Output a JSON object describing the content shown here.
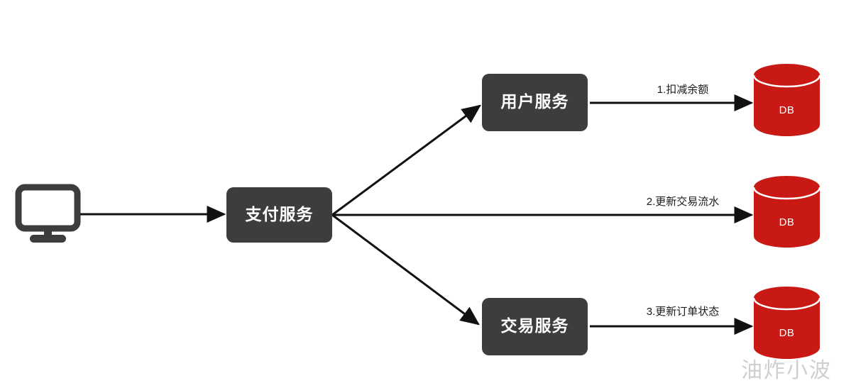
{
  "diagram": {
    "title": "",
    "background_color": "#ffffff",
    "node_fill": "#3d3d40",
    "node_text_color": "#ffffff",
    "db_fill": "#c81914",
    "db_text_color": "#ffffff",
    "edge_color": "#111111",
    "edge_label_color": "#1a1a1a",
    "client": {
      "icon": "monitor-icon",
      "label": ""
    },
    "services": [
      {
        "id": "payment",
        "label": "支付服务"
      },
      {
        "id": "user",
        "label": "用户服务"
      },
      {
        "id": "trade",
        "label": "交易服务"
      }
    ],
    "databases": [
      {
        "id": "db-user",
        "label": "DB"
      },
      {
        "id": "db-trade-flow",
        "label": "DB"
      },
      {
        "id": "db-order",
        "label": "DB"
      }
    ],
    "edges": [
      {
        "id": "client-to-payment",
        "label": "",
        "from": "client",
        "to": "payment"
      },
      {
        "id": "payment-to-user",
        "label": "",
        "from": "payment",
        "to": "user"
      },
      {
        "id": "payment-to-dbflow",
        "label": "2.更新交易流水",
        "from": "payment",
        "to": "db-trade-flow"
      },
      {
        "id": "payment-to-trade",
        "label": "",
        "from": "payment",
        "to": "trade"
      },
      {
        "id": "user-to-db",
        "label": "1.扣减余额",
        "from": "user",
        "to": "db-user"
      },
      {
        "id": "trade-to-db",
        "label": "3.更新订单状态",
        "from": "trade",
        "to": "db-order"
      }
    ],
    "watermark": "油炸小波"
  }
}
